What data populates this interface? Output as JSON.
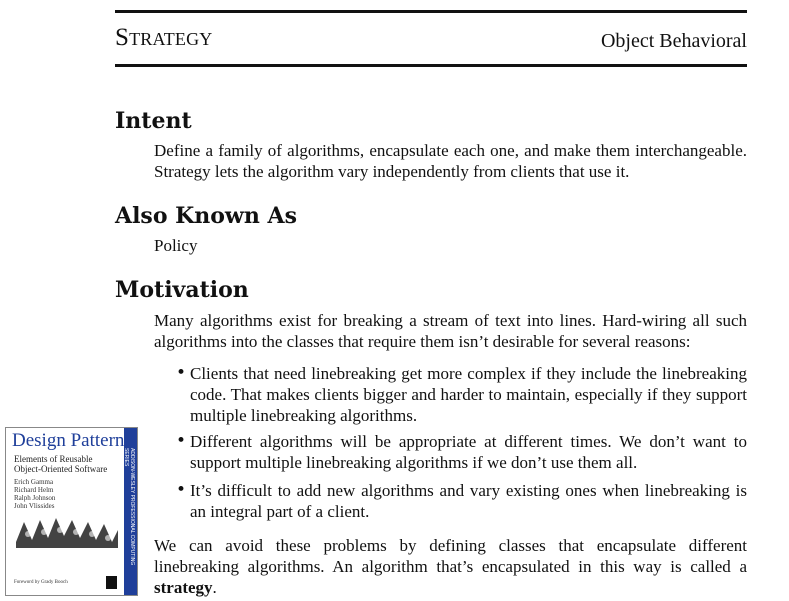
{
  "header": {
    "pattern_name": "Strategy",
    "category": "Object Behavioral"
  },
  "sections": {
    "intent": {
      "heading": "Intent",
      "text": "Define a family of algorithms, encapsulate each one, and make them interchangeable. Strategy lets the algorithm vary independently from clients that use it."
    },
    "also_known_as": {
      "heading": "Also Known As",
      "text": "Policy"
    },
    "motivation": {
      "heading": "Motivation",
      "intro": "Many algorithms exist for breaking a stream of text into lines. Hard-wiring all such algorithms into the classes that require them isn’t desirable for several reasons:",
      "bullets": [
        "Clients that need linebreaking get more complex if they include the linebreaking code. That makes clients bigger and harder to maintain, especially if they support multiple linebreaking algorithms.",
        "Different algorithms will be appropriate at different times. We don’t want to support multiple linebreaking algorithms if we don’t use them all.",
        "It’s difficult to add new algorithms and vary existing ones when linebreaking is an integral part of a client."
      ],
      "closing_before": "We can avoid these problems by defining classes that encapsulate different linebreaking algorithms. An algorithm that’s encapsulated in this way is called a",
      "closing_term": "strategy",
      "closing_after": "."
    }
  },
  "book_cover": {
    "title": "Design Patterns",
    "subtitle_line1": "Elements of Reusable",
    "subtitle_line2": "Object-Oriented Software",
    "authors": [
      "Erich Gamma",
      "Richard Helm",
      "Ralph Johnson",
      "John Vlissides"
    ],
    "foreword": "Foreword by Grady Booch",
    "spine_text": "ADDISON-WESLEY PROFESSIONAL COMPUTING SERIES",
    "colors": {
      "title": "#1f3f9a",
      "spine": "#1f3f9a"
    }
  }
}
